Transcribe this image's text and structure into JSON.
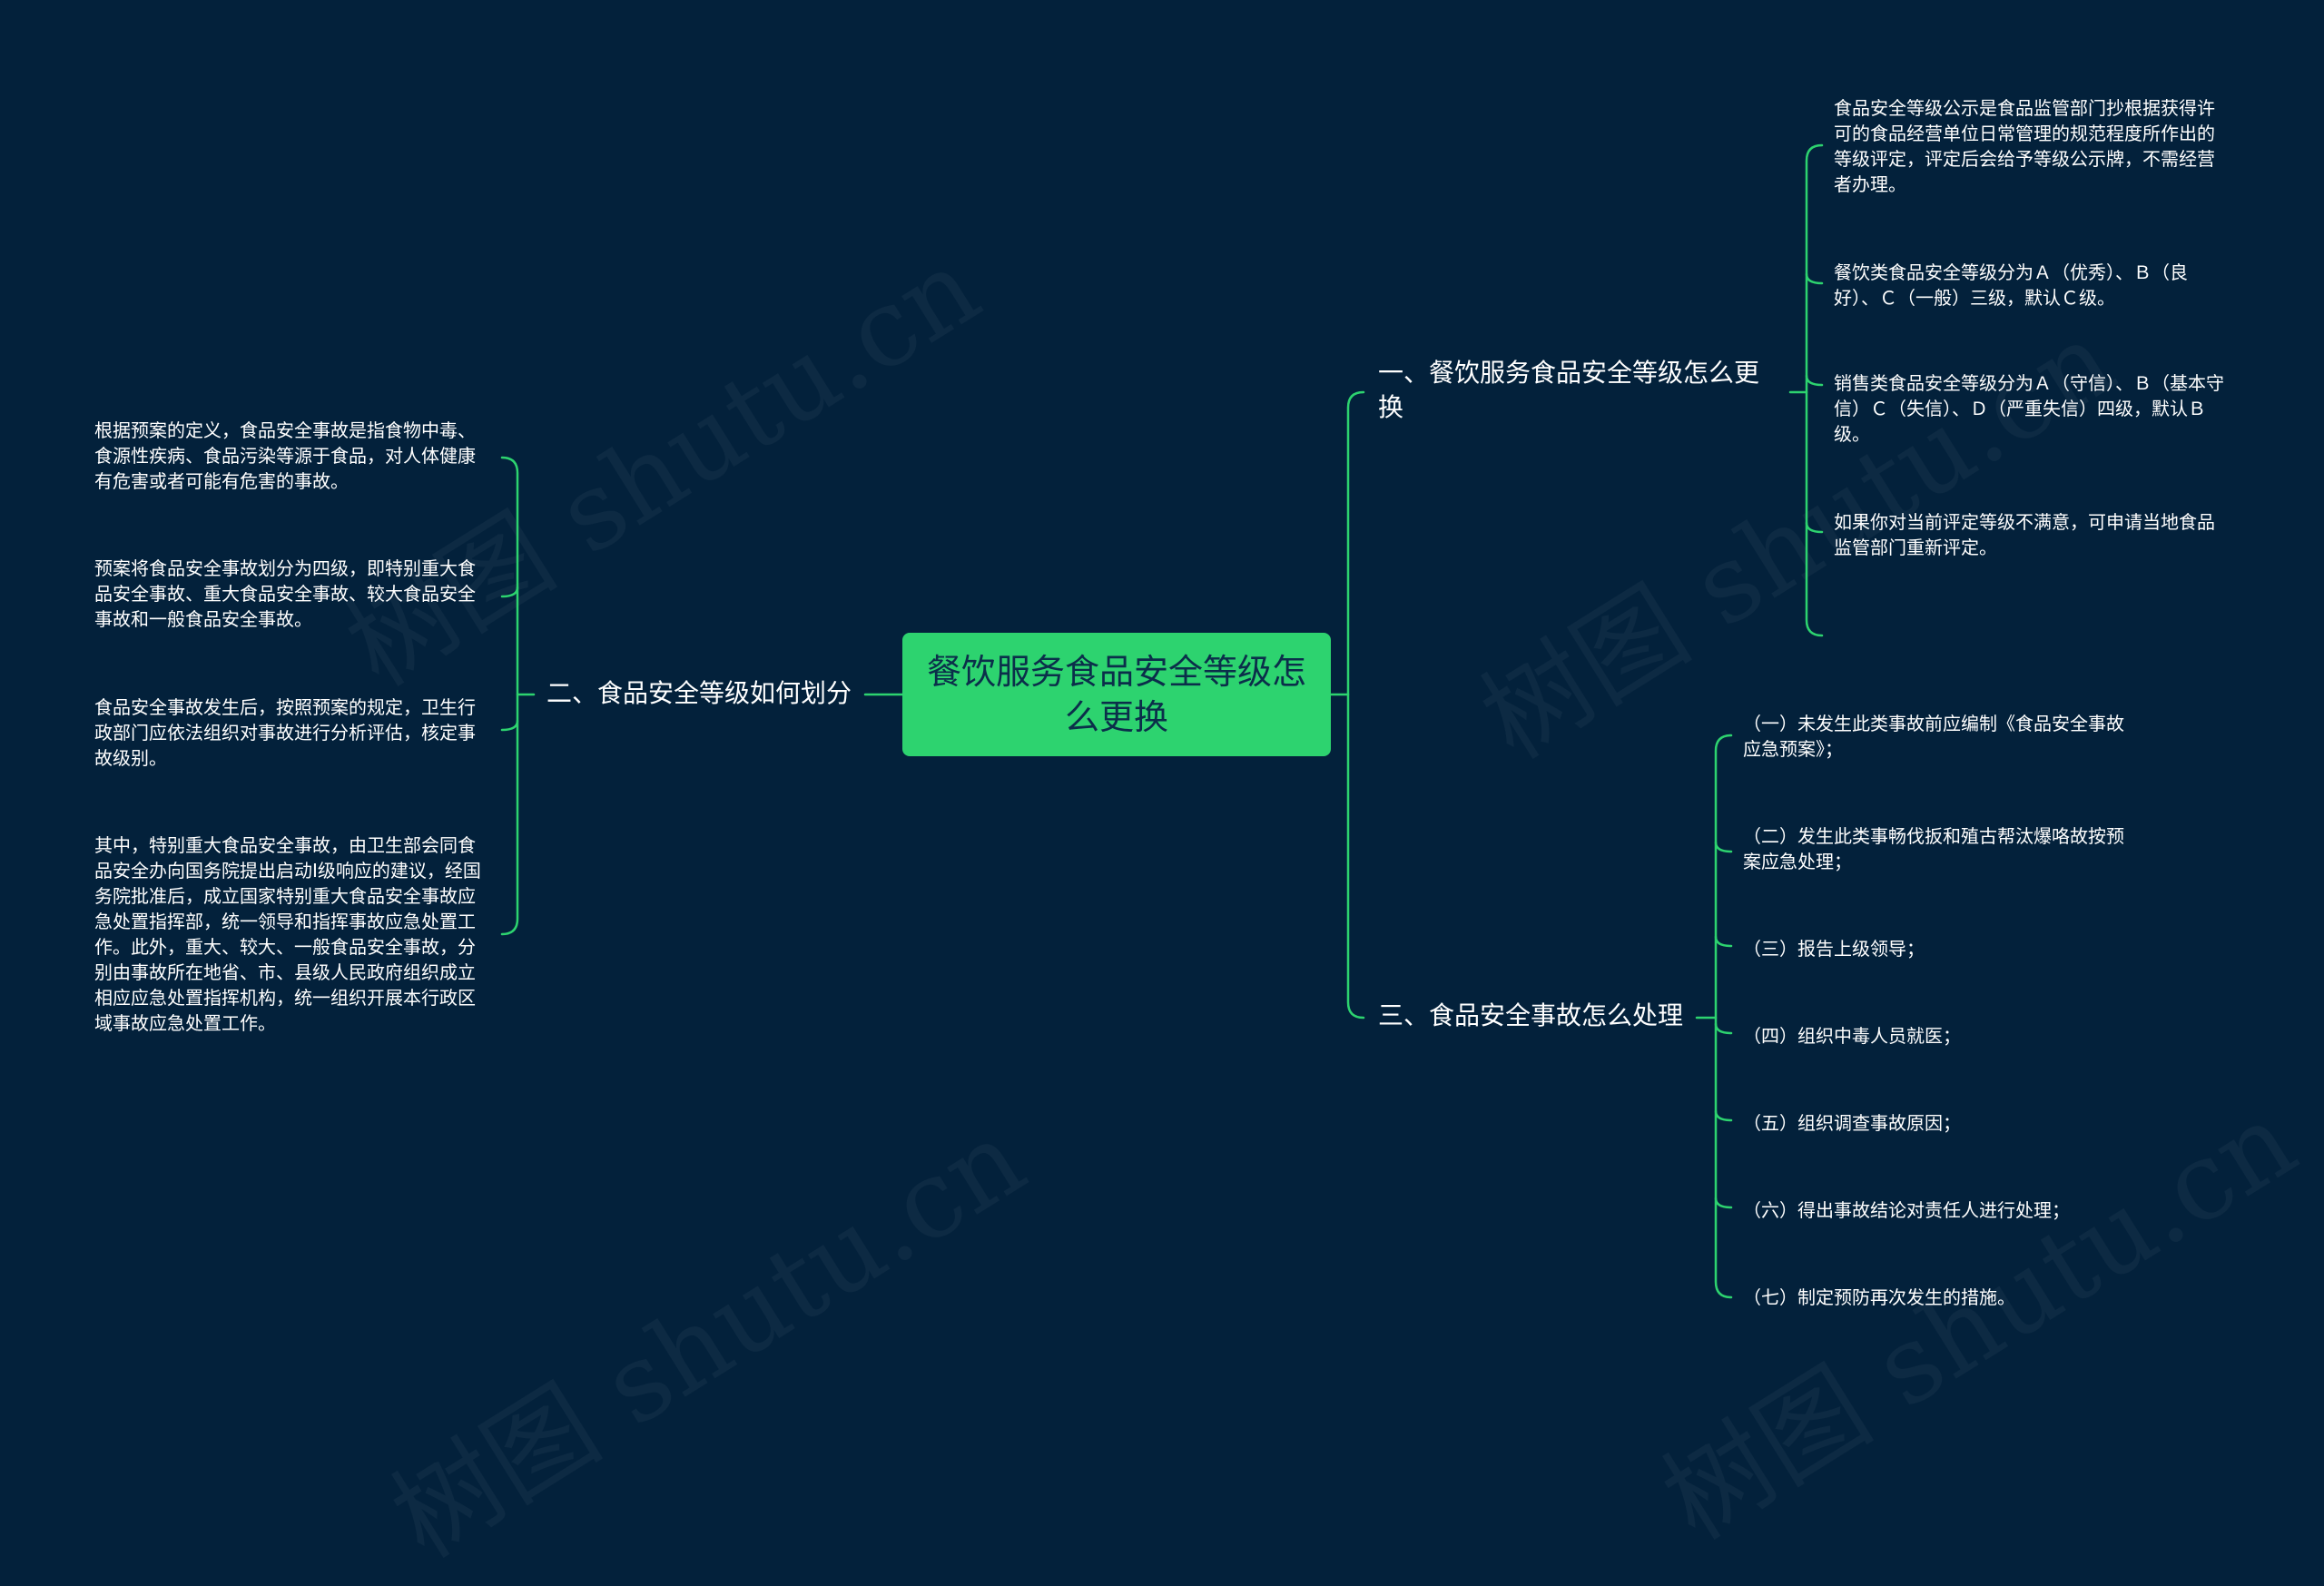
{
  "watermark": "树图 shutu.cn",
  "colors": {
    "background": "#03213b",
    "root_fill": "#2dd36f",
    "connector": "#2dd36f",
    "text": "#ffffff"
  },
  "root": {
    "label": "餐饮服务食品安全等级怎么更换"
  },
  "branches": {
    "b1": {
      "label": "一、餐饮服务食品安全等级怎么更换",
      "leaves": [
        "食品安全等级公示是食品监管部门抄根据获得许可的食品经营单位日常管理的规范程度所作出的等级评定，评定后会给予等级公示牌，不需经营者办理。",
        "餐饮类食品安全等级分为Ａ（优秀）、Ｂ（良好）、Ｃ（一般）三级，默认Ｃ级。",
        "销售类食品安全等级分为Ａ（守信）、Ｂ（基本守信）Ｃ（失信）、Ｄ（严重失信）四级，默认Ｂ级。",
        "如果你对当前评定等级不满意，可申请当地食品监管部门重新评定。"
      ]
    },
    "b2": {
      "label": "二、食品安全等级如何划分",
      "leaves": [
        "根据预案的定义，食品安全事故是指食物中毒、食源性疾病、食品污染等源于食品，对人体健康有危害或者可能有危害的事故。",
        "预案将食品安全事故划分为四级，即特别重大食品安全事故、重大食品安全事故、较大食品安全事故和一般食品安全事故。",
        "食品安全事故发生后，按照预案的规定，卫生行政部门应依法组织对事故进行分析评估，核定事故级别。",
        "其中，特别重大食品安全事故，由卫生部会同食品安全办向国务院提出启动Ⅰ级响应的建议，经国务院批准后，成立国家特别重大食品安全事故应急处置指挥部，统一领导和指挥事故应急处置工作。此外，重大、较大、一般食品安全事故，分别由事故所在地省、市、县级人民政府组织成立相应应急处置指挥机构，统一组织开展本行政区域事故应急处置工作。"
      ]
    },
    "b3": {
      "label": "三、食品安全事故怎么处理",
      "leaves": [
        "（一）未发生此类事故前应编制《食品安全事故应急预案》；",
        "（二）发生此类事畅伐扳和殖古帮汰爆咯故按预案应急处理；",
        "（三）报告上级领导；",
        "（四）组织中毒人员就医；",
        "（五）组织调查事故原因；",
        "（六）得出事故结论对责任人进行处理；",
        "（七）制定预防再次发生的措施。"
      ]
    }
  }
}
